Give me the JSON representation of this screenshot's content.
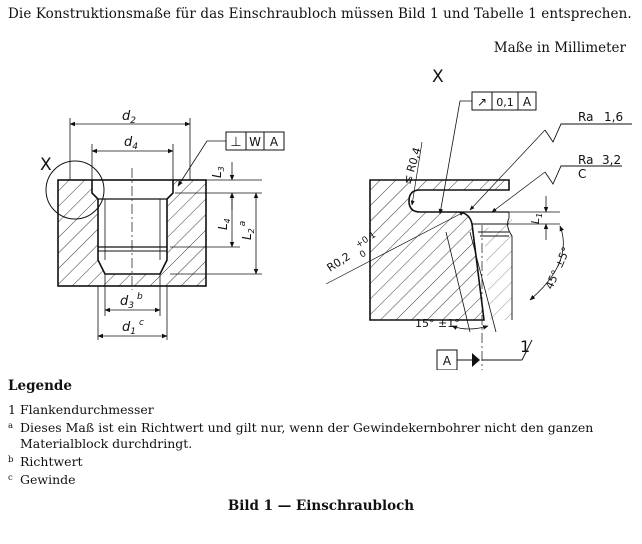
{
  "intro_text": "Die Konstruktionsmaße für das Einschraubloch müssen Bild 1 und Tabelle 1 entsprechen.",
  "units_note": "Maße in Millimeter",
  "figure": {
    "left": {
      "detail_marker": "X",
      "dims": {
        "d2": "d",
        "d2_sub": "2",
        "d4": "d",
        "d4_sub": "4",
        "d3": "d",
        "d3_sub": "3",
        "d3_sup": "b",
        "d1": "d",
        "d1_sub": "1",
        "d1_sup": "c",
        "L3": "L",
        "L3_sub": "3",
        "L4": "L",
        "L4_sub": "4",
        "L2": "L",
        "L2_sub": "2",
        "L2_sup": "a"
      },
      "tolerance_frame": [
        "⊥",
        "W",
        "A"
      ]
    },
    "right": {
      "detail_marker": "X",
      "tolerance_frame": [
        "↗",
        "0,1",
        "A"
      ],
      "radius_top": "≤ R0,4",
      "radius_bottom": "R0,2",
      "radius_tol_upper": "+0,1",
      "radius_tol_lower": "0",
      "roughness_1": {
        "label": "Ra",
        "value": "1,6"
      },
      "roughness_2": {
        "label": "Ra",
        "value": "3,2",
        "note": "C"
      },
      "l1": "L",
      "l1_sub": "1",
      "angle_45": "45° ±5°",
      "angle_15": "15° ±1°",
      "datum": "A",
      "callout": "1"
    }
  },
  "legend": {
    "title": "Legende",
    "items": [
      {
        "key": "1",
        "text": "Flankendurchmesser"
      },
      {
        "key": "a",
        "text": "Dieses Maß ist ein Richtwert und gilt nur, wenn der Gewindekernbohrer nicht den ganzen Materialblock durchdringt."
      },
      {
        "key": "b",
        "text": "Richtwert"
      },
      {
        "key": "c",
        "text": "Gewinde"
      }
    ]
  },
  "caption": "Bild 1 — Einschraubloch"
}
